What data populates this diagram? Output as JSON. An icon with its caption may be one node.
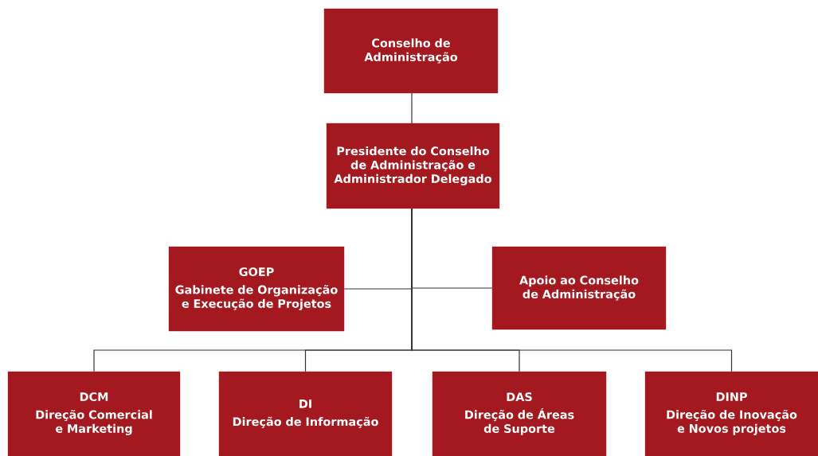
{
  "diagram": {
    "nodes": [
      {
        "text": [
          "Conselho de Administração"
        ]
      },
      {
        "text": [
          "Presidente do Conselho de Administração e Administrador Delegado"
        ]
      },
      {
        "text": [
          "GOEP",
          "Gabinete de Organização e Execução de Projetos"
        ]
      },
      {
        "text": [
          "Apoio ao Conselho de Administração"
        ]
      },
      {
        "text": [
          "DCM",
          "Direção Comercial e Marketing"
        ]
      },
      {
        "text": [
          "DI",
          "Direção de Informação"
        ]
      },
      {
        "text": [
          "DAS",
          "Direção de Áreas de Suporte"
        ]
      },
      {
        "text": [
          "DINP",
          "Direção de Inovação e Novos projetos"
        ]
      }
    ],
    "edges": [
      {
        "from": 0,
        "to": 1,
        "arrow": "none"
      },
      {
        "from": 1,
        "to": 2,
        "arrow": "none"
      },
      {
        "from": 1,
        "to": 3,
        "arrow": "none"
      },
      {
        "from": 1,
        "to": 4,
        "arrow": "none"
      },
      {
        "from": 1,
        "to": 5,
        "arrow": "none"
      },
      {
        "from": 1,
        "to": 6,
        "arrow": "none"
      },
      {
        "from": 1,
        "to": 7,
        "arrow": "none"
      }
    ]
  }
}
